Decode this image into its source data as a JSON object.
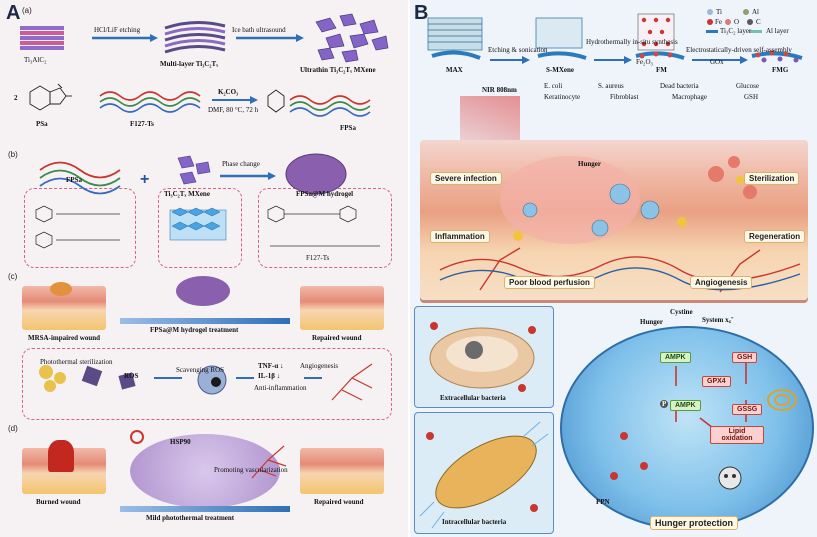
{
  "panelA": {
    "letter": "A",
    "a": {
      "sub_label": "(a)",
      "step1_reagent": "HCl/LiF etching",
      "step2_reagent": "Ice bath ultrasound",
      "start": "Ti₃AlC₂",
      "mid": "Multi-layer Ti₃C₂Tₓ",
      "end": "Ultrathin Ti₃C₂Tₓ MXene",
      "coef": "2",
      "reactant1": "PSa",
      "reactant2": "F127-Ts",
      "conditions_top": "K₂CO₃",
      "conditions_bottom": "DMF, 80 °C, 72 h",
      "product": "FPSa"
    },
    "b": {
      "sub_label": "(b)",
      "left": "FPSa",
      "mid": "Ti₃C₂Tₓ MXene",
      "right": "FPSa@M hydrogel",
      "arrow": "Phase change",
      "bond_label": "F127-Ts"
    },
    "c": {
      "sub_label": "(c)",
      "left": "MRSA-impaired wound",
      "treatment": "FPSa@M hydrogel treatment",
      "right": "Repaired wound",
      "steps": [
        "Photothermal sterilization",
        "Scavenging ROS",
        "TNF-α ↓",
        "IL-1β ↓",
        "Anti-inflammation",
        "Angiogenesis"
      ],
      "ros": "ROS"
    },
    "d": {
      "sub_label": "(d)",
      "left": "Burned wound",
      "treatment": "Mild photothermal treatment",
      "right": "Repaired wound",
      "hsp": "HSP90",
      "promo": "Promoting vascularization"
    }
  },
  "panelB": {
    "letter": "B",
    "legend": {
      "ti": "Ti",
      "al": "Al",
      "fe": "Fe",
      "o": "O",
      "c": "C",
      "layer1": "Ti₃C₂ layer",
      "layer2": "Al layer"
    },
    "synthesis": {
      "max": "MAX",
      "step1": "Etching & sonication",
      "smx": "S-MXene",
      "step2": "Hydrothermally in-situ synthesis",
      "fm": "FM",
      "step3": "Electrostatically-driven self-assembly",
      "fmg": "FMG",
      "fe2o3": "Fe₂O₃",
      "gox": "GOx"
    },
    "bio_legend": [
      "E. coli",
      "S. aureus",
      "Dead bacteria",
      "Glucose",
      "Keratinocyte",
      "Fibroblast",
      "Macrophage",
      "GSH"
    ],
    "nir": "NIR 808nm",
    "tissue": {
      "severe": "Severe infection",
      "sterilization": "Sterilization",
      "inflammation": "Inflammation",
      "regeneration": "Regeneration",
      "poor": "Poor blood perfusion",
      "angio": "Angiogenesis",
      "hunger": "Hunger"
    },
    "extracellular": "Extracellular bacteria",
    "intracellular": "Intracellular bacteria",
    "cell": {
      "cystine": "Cystine",
      "hunger": "Hunger",
      "system": "System x꜀⁻",
      "ampk_top": "AMPK",
      "gsh": "GSH",
      "gpx4": "GPX4",
      "ampk_p": "AMPK",
      "p": "P",
      "gssg": "GSSG",
      "lipid": "Lipid oxidation",
      "fpn": "FPN",
      "protection": "Hunger protection"
    }
  }
}
